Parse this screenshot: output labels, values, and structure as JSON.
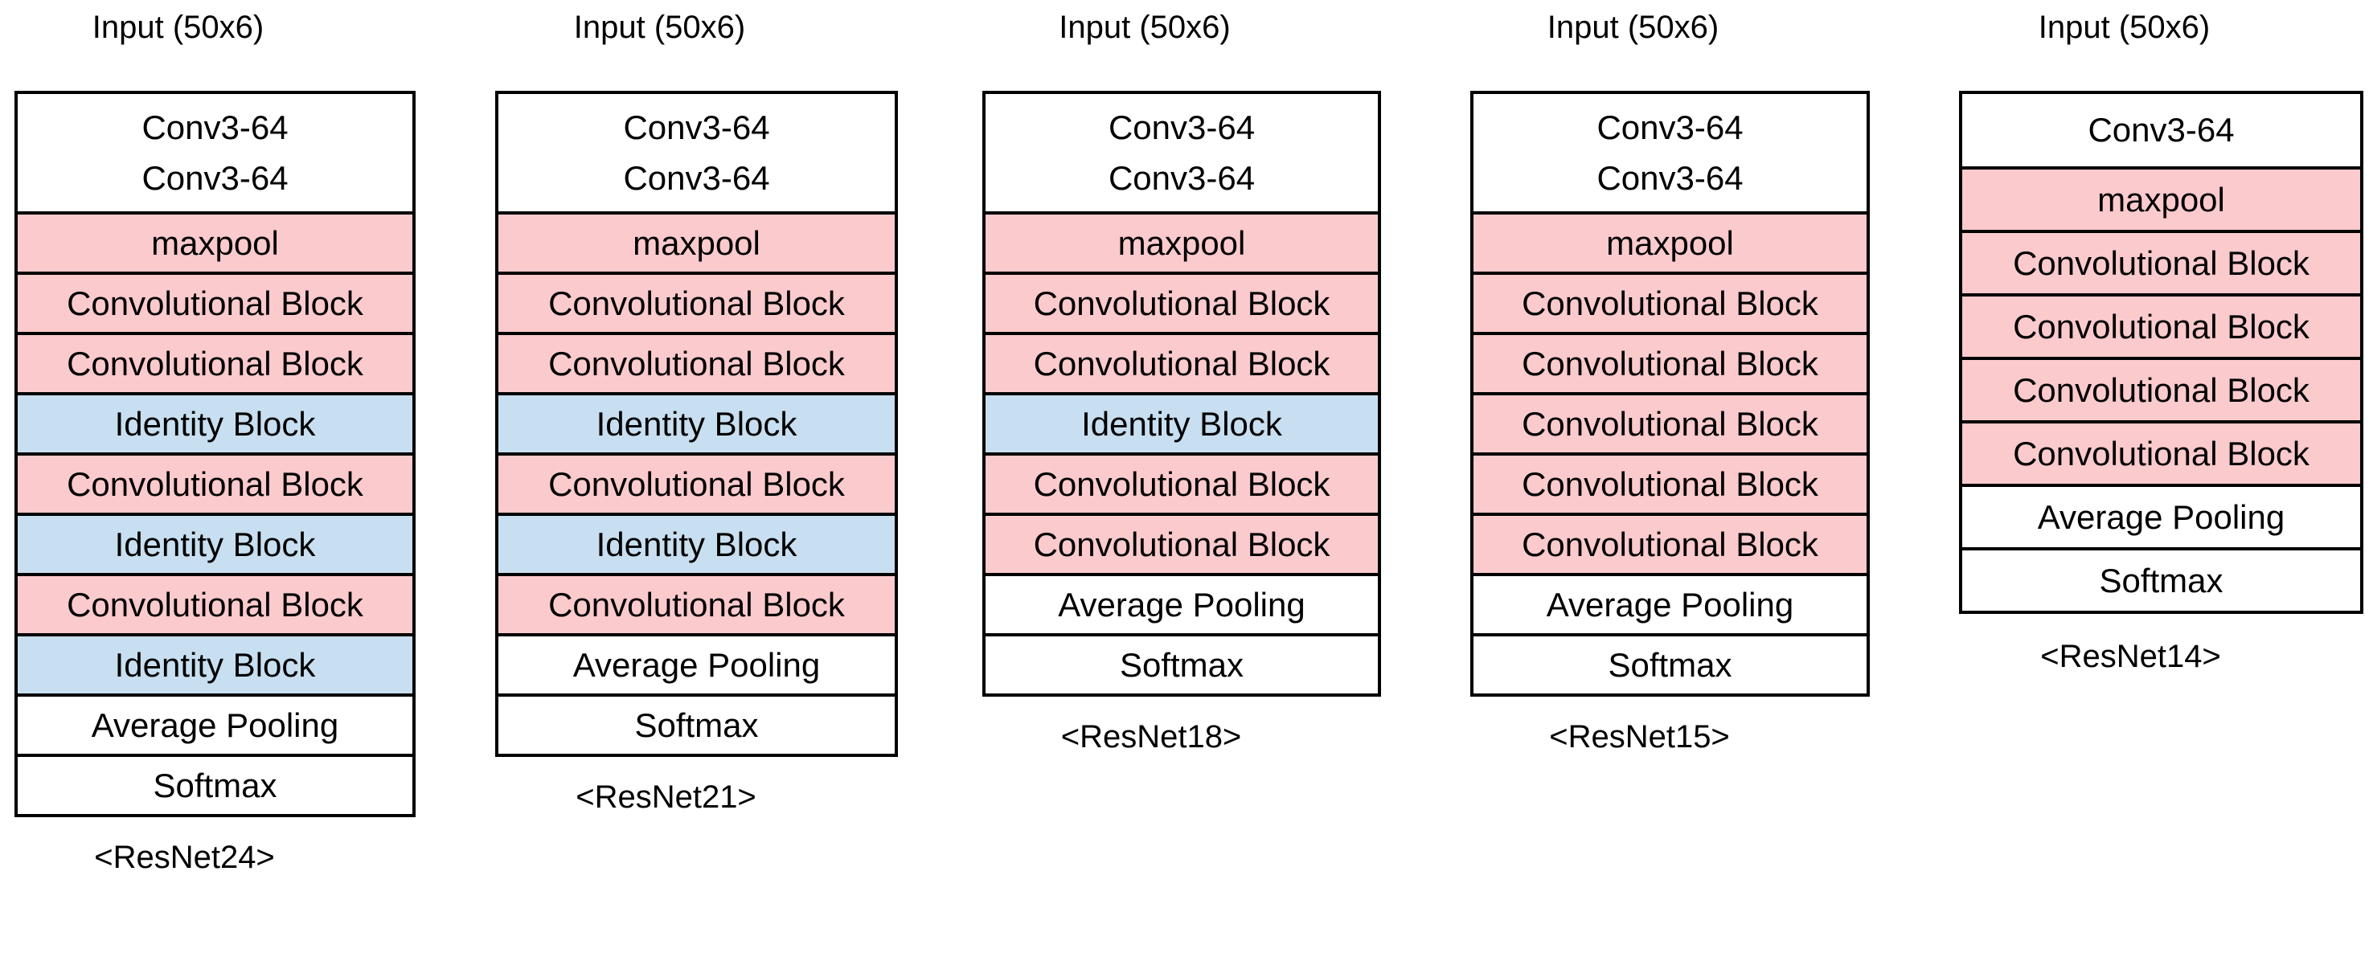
{
  "palette": {
    "pink": "#FBCACD",
    "blue": "#C7DFF0",
    "white": "#FFFFFF",
    "border": "#000000"
  },
  "columns": [
    {
      "input_label": "Input (50x6)",
      "name_label": "<ResNet24>",
      "rows": [
        {
          "lines": [
            "Conv3-64",
            "Conv3-64"
          ],
          "type": "white"
        },
        {
          "label": "maxpool",
          "type": "pink"
        },
        {
          "label": "Convolutional Block",
          "type": "pink"
        },
        {
          "label": "Convolutional Block",
          "type": "pink"
        },
        {
          "label": "Identity Block",
          "type": "blue"
        },
        {
          "label": "Convolutional Block",
          "type": "pink"
        },
        {
          "label": "Identity Block",
          "type": "blue"
        },
        {
          "label": "Convolutional Block",
          "type": "pink"
        },
        {
          "label": "Identity Block",
          "type": "blue"
        },
        {
          "label": "Average Pooling",
          "type": "white"
        },
        {
          "label": "Softmax",
          "type": "white"
        }
      ]
    },
    {
      "input_label": "Input (50x6)",
      "name_label": "<ResNet21>",
      "rows": [
        {
          "lines": [
            "Conv3-64",
            "Conv3-64"
          ],
          "type": "white"
        },
        {
          "label": "maxpool",
          "type": "pink"
        },
        {
          "label": "Convolutional Block",
          "type": "pink"
        },
        {
          "label": "Convolutional Block",
          "type": "pink"
        },
        {
          "label": "Identity Block",
          "type": "blue"
        },
        {
          "label": "Convolutional Block",
          "type": "pink"
        },
        {
          "label": "Identity Block",
          "type": "blue"
        },
        {
          "label": "Convolutional Block",
          "type": "pink"
        },
        {
          "label": "Average Pooling",
          "type": "white"
        },
        {
          "label": "Softmax",
          "type": "white"
        }
      ]
    },
    {
      "input_label": "Input (50x6)",
      "name_label": "<ResNet18>",
      "rows": [
        {
          "lines": [
            "Conv3-64",
            "Conv3-64"
          ],
          "type": "white"
        },
        {
          "label": "maxpool",
          "type": "pink"
        },
        {
          "label": "Convolutional Block",
          "type": "pink"
        },
        {
          "label": "Convolutional Block",
          "type": "pink"
        },
        {
          "label": "Identity Block",
          "type": "blue"
        },
        {
          "label": "Convolutional Block",
          "type": "pink"
        },
        {
          "label": "Convolutional Block",
          "type": "pink"
        },
        {
          "label": "Average Pooling",
          "type": "white"
        },
        {
          "label": "Softmax",
          "type": "white"
        }
      ]
    },
    {
      "input_label": "Input (50x6)",
      "name_label": "<ResNet15>",
      "rows": [
        {
          "lines": [
            "Conv3-64",
            "Conv3-64"
          ],
          "type": "white"
        },
        {
          "label": "maxpool",
          "type": "pink"
        },
        {
          "label": "Convolutional Block",
          "type": "pink"
        },
        {
          "label": "Convolutional Block",
          "type": "pink"
        },
        {
          "label": "Convolutional Block",
          "type": "pink"
        },
        {
          "label": "Convolutional Block",
          "type": "pink"
        },
        {
          "label": "Convolutional Block",
          "type": "pink"
        },
        {
          "label": "Average Pooling",
          "type": "white"
        },
        {
          "label": "Softmax",
          "type": "white"
        }
      ]
    },
    {
      "input_label": "Input (50x6)",
      "name_label": "<ResNet14>",
      "rows": [
        {
          "label": "Conv3-64",
          "type": "white"
        },
        {
          "label": "maxpool",
          "type": "pink"
        },
        {
          "label": "Convolutional Block",
          "type": "pink"
        },
        {
          "label": "Convolutional Block",
          "type": "pink"
        },
        {
          "label": "Convolutional Block",
          "type": "pink"
        },
        {
          "label": "Convolutional Block",
          "type": "pink"
        },
        {
          "label": "Average Pooling",
          "type": "white"
        },
        {
          "label": "Softmax",
          "type": "white"
        }
      ]
    }
  ]
}
